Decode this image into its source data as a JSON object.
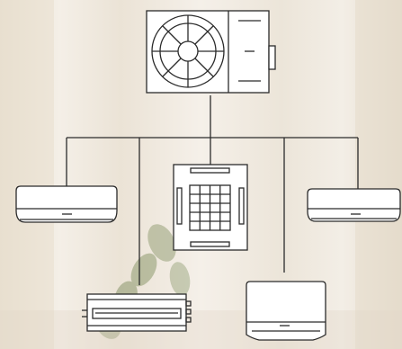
{
  "diagram": {
    "outdoor_unit": "outdoor-condenser",
    "indoor_units": [
      "wall-mounted-left",
      "ducted-concealed",
      "ceiling-cassette",
      "floor-console",
      "wall-mounted-right"
    ],
    "colors": {
      "background": "#f0ebe2",
      "line": "#2b2b2b",
      "unit_fill": "#ffffff",
      "foliage": "#8e9a6e"
    }
  }
}
